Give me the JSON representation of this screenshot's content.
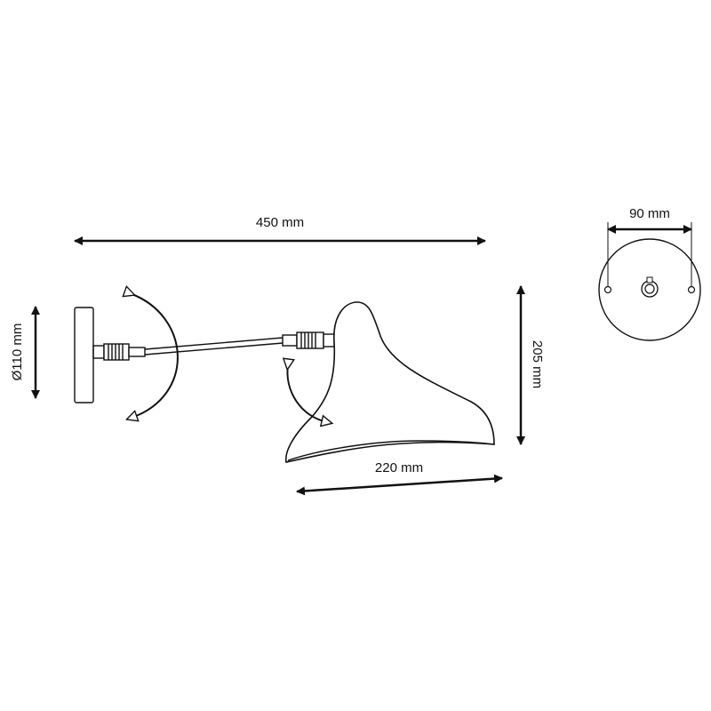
{
  "diagram": {
    "dimensions": {
      "overall_length": "450 mm",
      "shade_width": "220 mm",
      "shade_height": "205 mm",
      "backplate_diameter": "Ø110 mm",
      "backplate_front_width": "90 mm"
    },
    "colors": {
      "line": "#111111",
      "background": "#ffffff"
    }
  }
}
